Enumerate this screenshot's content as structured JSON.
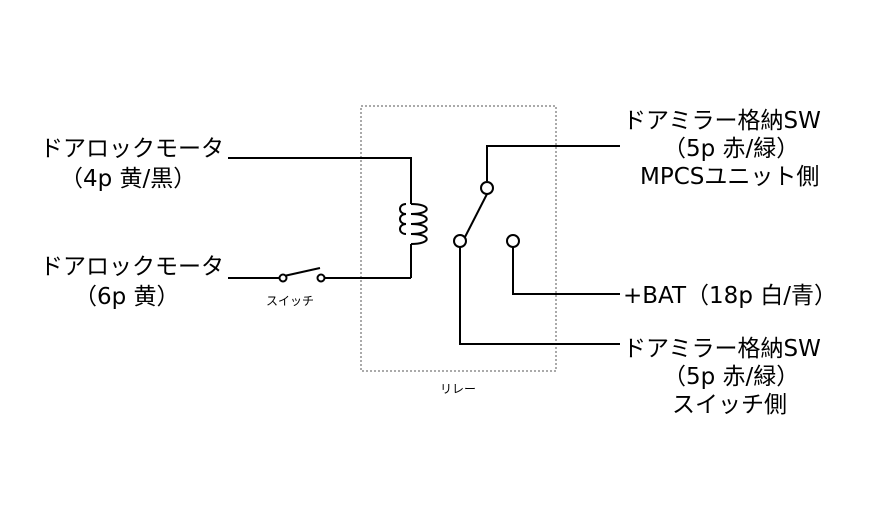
{
  "labels": {
    "door_lock_motor_top_1": "ドアロックモータ",
    "door_lock_motor_top_2": "（4p 黄/黒）",
    "door_lock_motor_bottom_1": "ドアロックモータ",
    "door_lock_motor_bottom_2": "（6p 黄）",
    "switch": "スイッチ",
    "relay": "リレー",
    "mirror_sw_top_1": "ドアミラー格納SW",
    "mirror_sw_top_2": "（5p 赤/緑）",
    "mirror_sw_top_3": "MPCSユニット側",
    "bat": "+BAT（18p 白/青）",
    "mirror_sw_bottom_1": "ドアミラー格納SW",
    "mirror_sw_bottom_2": "（5p 赤/緑）",
    "mirror_sw_bottom_3": "スイッチ側"
  }
}
